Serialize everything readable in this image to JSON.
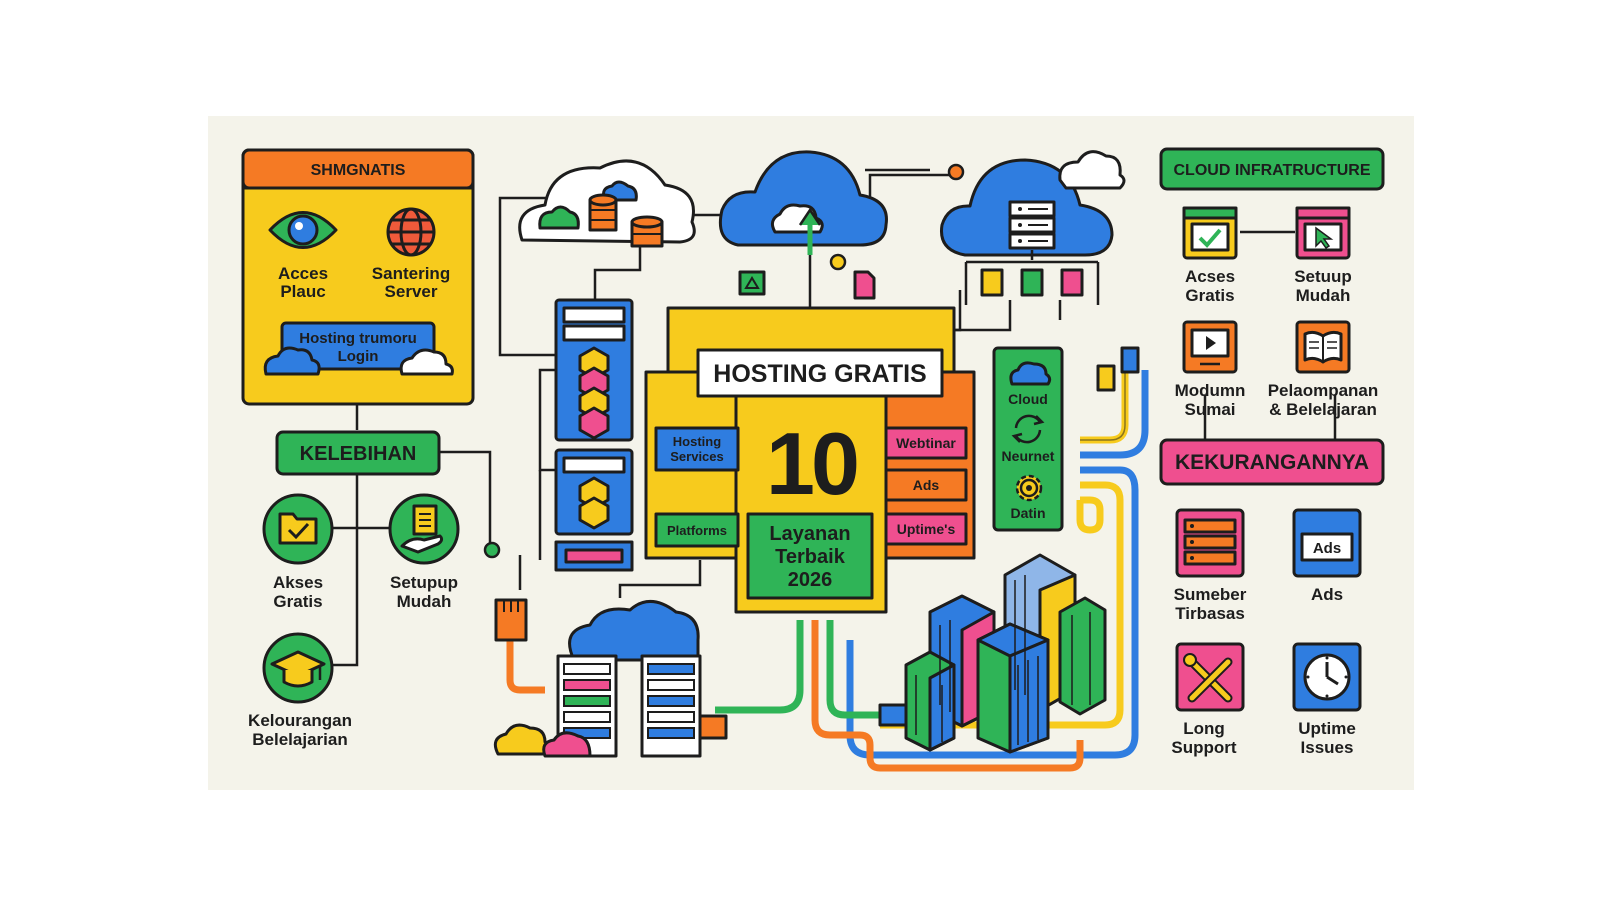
{
  "colors": {
    "yellow": "#f7cb1d",
    "orange": "#f57a24",
    "green": "#2fb457",
    "blue": "#2f7de0",
    "pink": "#ef4f8f",
    "outline": "#1d1d1d",
    "background": "#f4f3ea"
  },
  "left_card": {
    "title": "SHMGNATIS",
    "item1": {
      "label_line1": "Acces",
      "label_line2": "Plauc",
      "icon": "eye-icon"
    },
    "item2": {
      "label_line1": "Santering",
      "label_line2": "Server",
      "icon": "globe-icon"
    },
    "login_line1": "Hosting trumoru",
    "login_line2": "Login"
  },
  "kelebihan": {
    "title": "KELEBIHAN",
    "items": [
      {
        "line1": "Akses",
        "line2": "Gratis",
        "icon": "folder-check-icon"
      },
      {
        "line1": "Setupup",
        "line2": "Mudah",
        "icon": "document-hand-icon"
      },
      {
        "line1": "Kelourangan",
        "line2": "Belelajarian",
        "icon": "graduation-cap-icon"
      }
    ]
  },
  "center": {
    "title": "HOSTING GRATIS",
    "number": "10",
    "subtitle_line1": "Layanan",
    "subtitle_line2": "Terbaik",
    "subtitle_line3": "2026",
    "left_tags": [
      "Hosting Services",
      "Platforms"
    ],
    "right_tags": [
      "Webtinar",
      "Ads",
      "Uptime's"
    ]
  },
  "cloud_column": {
    "labels": [
      "Cloud",
      "Neurnet",
      "Datin"
    ]
  },
  "cloud_infra": {
    "title": "CLOUD INFRATRUCTURE",
    "items": [
      {
        "line1": "Acses",
        "line2": "Gratis",
        "icon": "window-check-icon"
      },
      {
        "line1": "Setuup",
        "line2": "Mudah",
        "icon": "window-cursor-icon"
      },
      {
        "line1": "Modumn",
        "line2": "Sumai",
        "icon": "monitor-play-icon"
      },
      {
        "line1": "Pelaompanan",
        "line2": "& Belelajaran",
        "icon": "book-icon"
      }
    ]
  },
  "kekurangan": {
    "title": "KEKURANGANNYA",
    "items": [
      {
        "line1": "Sumeber",
        "line2": "Tirbasas",
        "icon": "server-stack-icon"
      },
      {
        "line1": "Ads",
        "line2": "",
        "badge": "Ads",
        "icon": "ads-window-icon"
      },
      {
        "line1": "Long",
        "line2": "Support",
        "icon": "tools-icon"
      },
      {
        "line1": "Uptime",
        "line2": "Issues",
        "icon": "clock-icon"
      }
    ]
  }
}
